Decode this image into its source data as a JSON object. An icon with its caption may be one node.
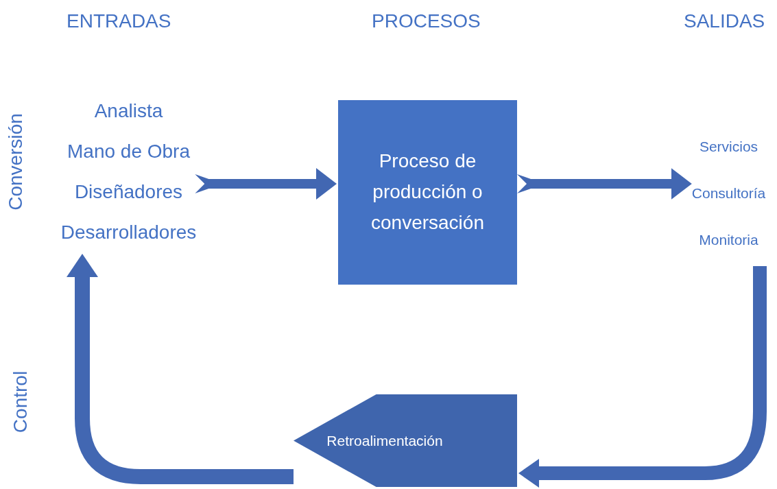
{
  "diagram": {
    "nodes": [
      {
        "text": [
          "Analista",
          "Mano de Obra",
          "Diseñadores",
          "Desarrolladores"
        ]
      },
      {
        "text": [
          "Proceso de producción o conversación"
        ]
      },
      {
        "text": [
          "Servicios",
          "Consultoría",
          "Monitoria"
        ]
      },
      {
        "text": [
          "Retroalimentación"
        ]
      }
    ],
    "edges": [
      {
        "from": 0,
        "to": 1,
        "arrow": "to"
      },
      {
        "from": 1,
        "to": 2,
        "arrow": "to"
      },
      {
        "from": 2,
        "to": 3,
        "arrow": "to"
      },
      {
        "from": 3,
        "to": 0,
        "arrow": "to"
      }
    ],
    "labels": [
      "ENTRADAS",
      "PROCESOS",
      "SALIDAS",
      "Conversión",
      "Control"
    ]
  }
}
